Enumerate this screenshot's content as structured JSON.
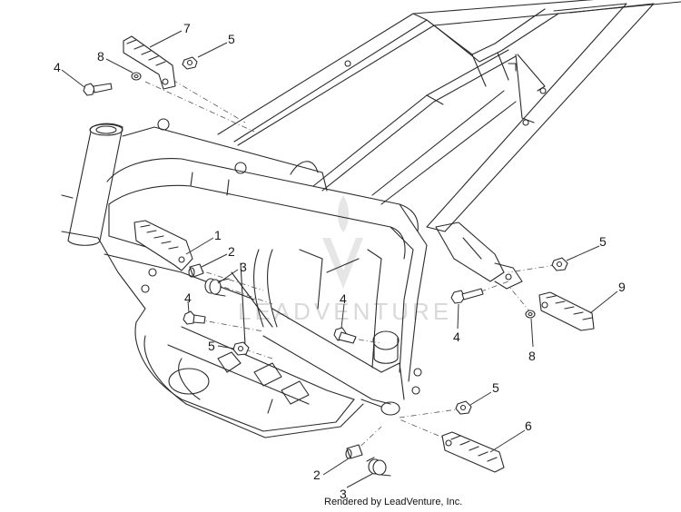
{
  "diagram": {
    "callouts": [
      "7",
      "5",
      "4",
      "8",
      "1",
      "2",
      "3",
      "4",
      "5",
      "4",
      "5",
      "9",
      "4",
      "8",
      "5",
      "6",
      "2",
      "3"
    ],
    "watermark": "LEADVENTURE",
    "credit": "Rendered by LeadVenture, Inc."
  }
}
